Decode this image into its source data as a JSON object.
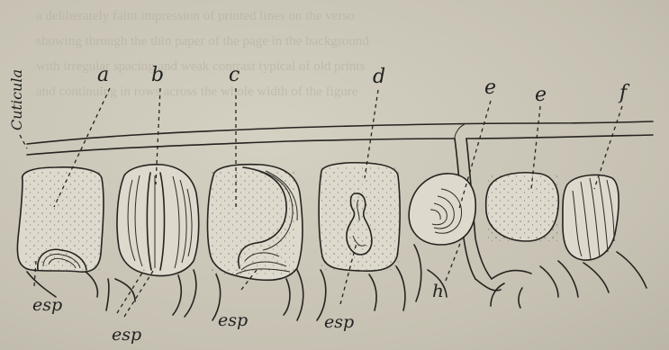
{
  "figure": {
    "cuticle_label": "Cuticula",
    "labels": {
      "a": "a",
      "b": "b",
      "c": "c",
      "d": "d",
      "e1": "e",
      "e2": "e",
      "f": "f",
      "h": "h",
      "esp1": "esp",
      "esp2": "esp",
      "esp3": "esp",
      "esp4": "esp"
    },
    "colors": {
      "paper": "#cbc6b7",
      "ink": "#262320"
    }
  }
}
